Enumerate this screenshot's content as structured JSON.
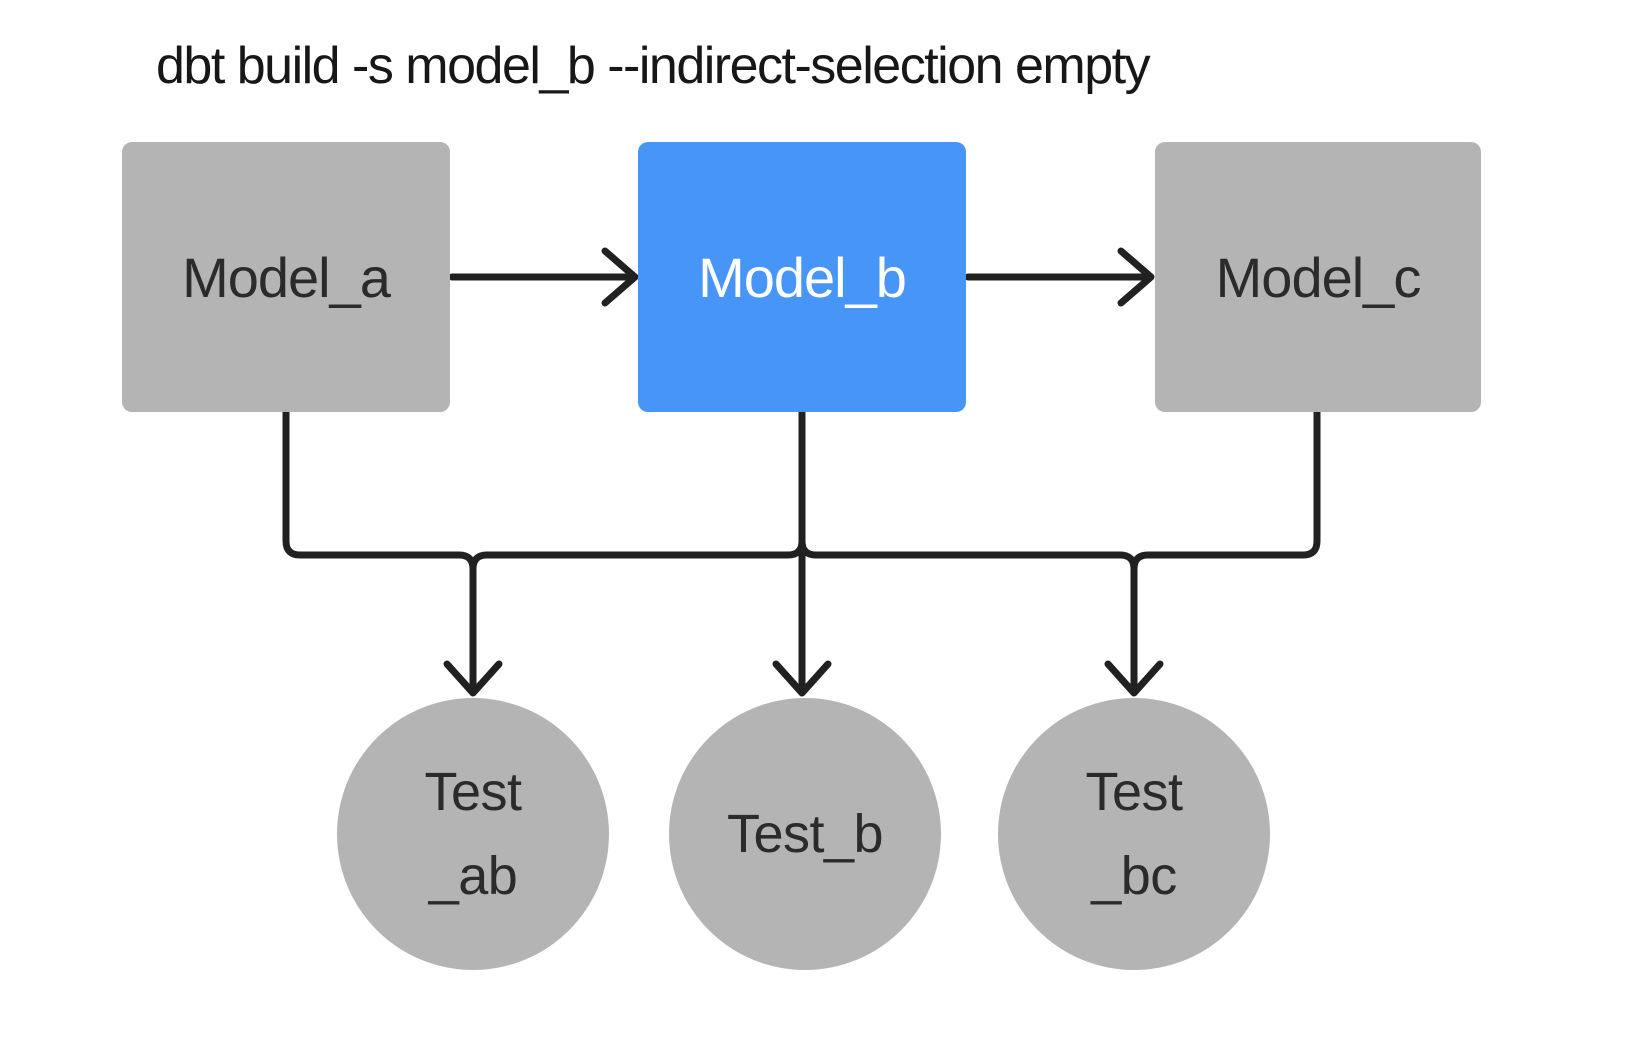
{
  "title": "dbt build -s model_b --indirect-selection empty",
  "colors": {
    "background": "#ffffff",
    "node_gray": "#b4b4b4",
    "node_selected_blue": "#4695f7",
    "edge": "#212121",
    "text_dark": "#2b2b2b",
    "text_light": "#ffffff"
  },
  "nodes": {
    "models": [
      {
        "id": "model_a",
        "label": "Model_a",
        "selected": false
      },
      {
        "id": "model_b",
        "label": "Model_b",
        "selected": true
      },
      {
        "id": "model_c",
        "label": "Model_c",
        "selected": false
      }
    ],
    "tests": [
      {
        "id": "test_ab",
        "label_line1": "Test",
        "label_line2": "_ab"
      },
      {
        "id": "test_b",
        "label_line1": "Test_b",
        "label_line2": ""
      },
      {
        "id": "test_bc",
        "label_line1": "Test",
        "label_line2": "_bc"
      }
    ]
  },
  "edges": [
    {
      "from": "model_a",
      "to": "model_b"
    },
    {
      "from": "model_b",
      "to": "model_c"
    },
    {
      "from": "model_a",
      "to": "test_ab"
    },
    {
      "from": "model_b",
      "to": "test_ab"
    },
    {
      "from": "model_b",
      "to": "test_b"
    },
    {
      "from": "model_b",
      "to": "test_bc"
    },
    {
      "from": "model_c",
      "to": "test_bc"
    }
  ]
}
